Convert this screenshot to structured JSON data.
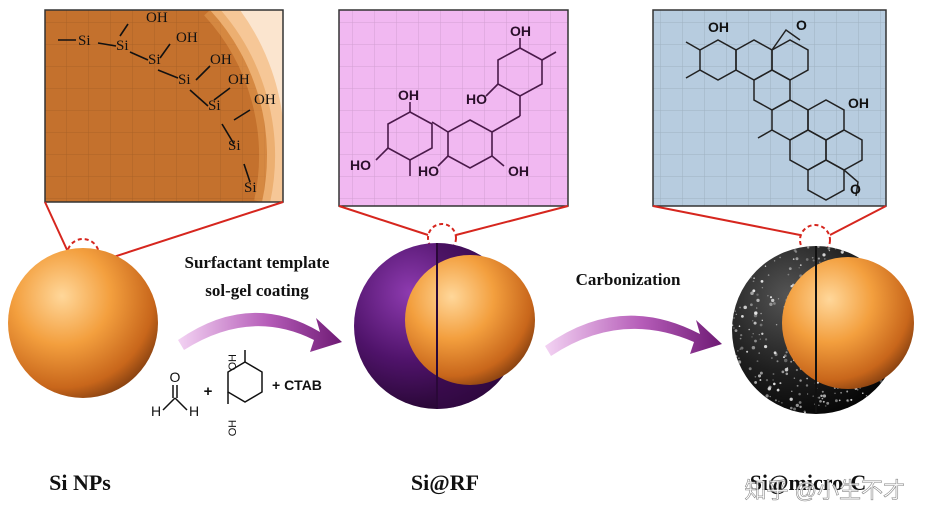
{
  "labels": {
    "si_nps": "Si NPs",
    "si_rf": "Si@RF",
    "si_micro_c": "Si@micro-C",
    "step1_line1": "Surfactant template",
    "step1_line2": "sol-gel coating",
    "step2": "Carbonization",
    "reagent_ctab": "+ CTAB",
    "reagent_plus": "+",
    "watermark": "知乎 @小生不才"
  },
  "formaldehyde": {
    "o": "O",
    "h_left": "H",
    "h_right": "H"
  },
  "resorcinol": {
    "oh_top": "OH",
    "oh_bottom": "OH"
  },
  "inset_si_nps": {
    "chain": [
      "Si",
      "Si",
      "Si",
      "Si",
      "Si",
      "Si",
      "Si"
    ],
    "hydroxyls": [
      "OH",
      "OH",
      "OH",
      "OH",
      "OH"
    ]
  },
  "inset_rf": {
    "hydroxyls": [
      "OH",
      "HO",
      "OH",
      "HO",
      "HO",
      "OH"
    ]
  },
  "inset_carbon": {
    "hydroxyls": [
      "OH",
      "OH"
    ],
    "furan_o": [
      "O",
      "O"
    ]
  },
  "colors": {
    "si_orange": "#f2a14a",
    "si_dark_orange": "#c96d1e",
    "rf_purple": "#4a1060",
    "rf_panel_bg": "#f1b8f1",
    "carbon_panel_bg": "#b7ccdf",
    "carbon_black": "#1c1c1c",
    "arrow_purple": "#8a2a8e",
    "highlight_red": "#d6261e"
  }
}
